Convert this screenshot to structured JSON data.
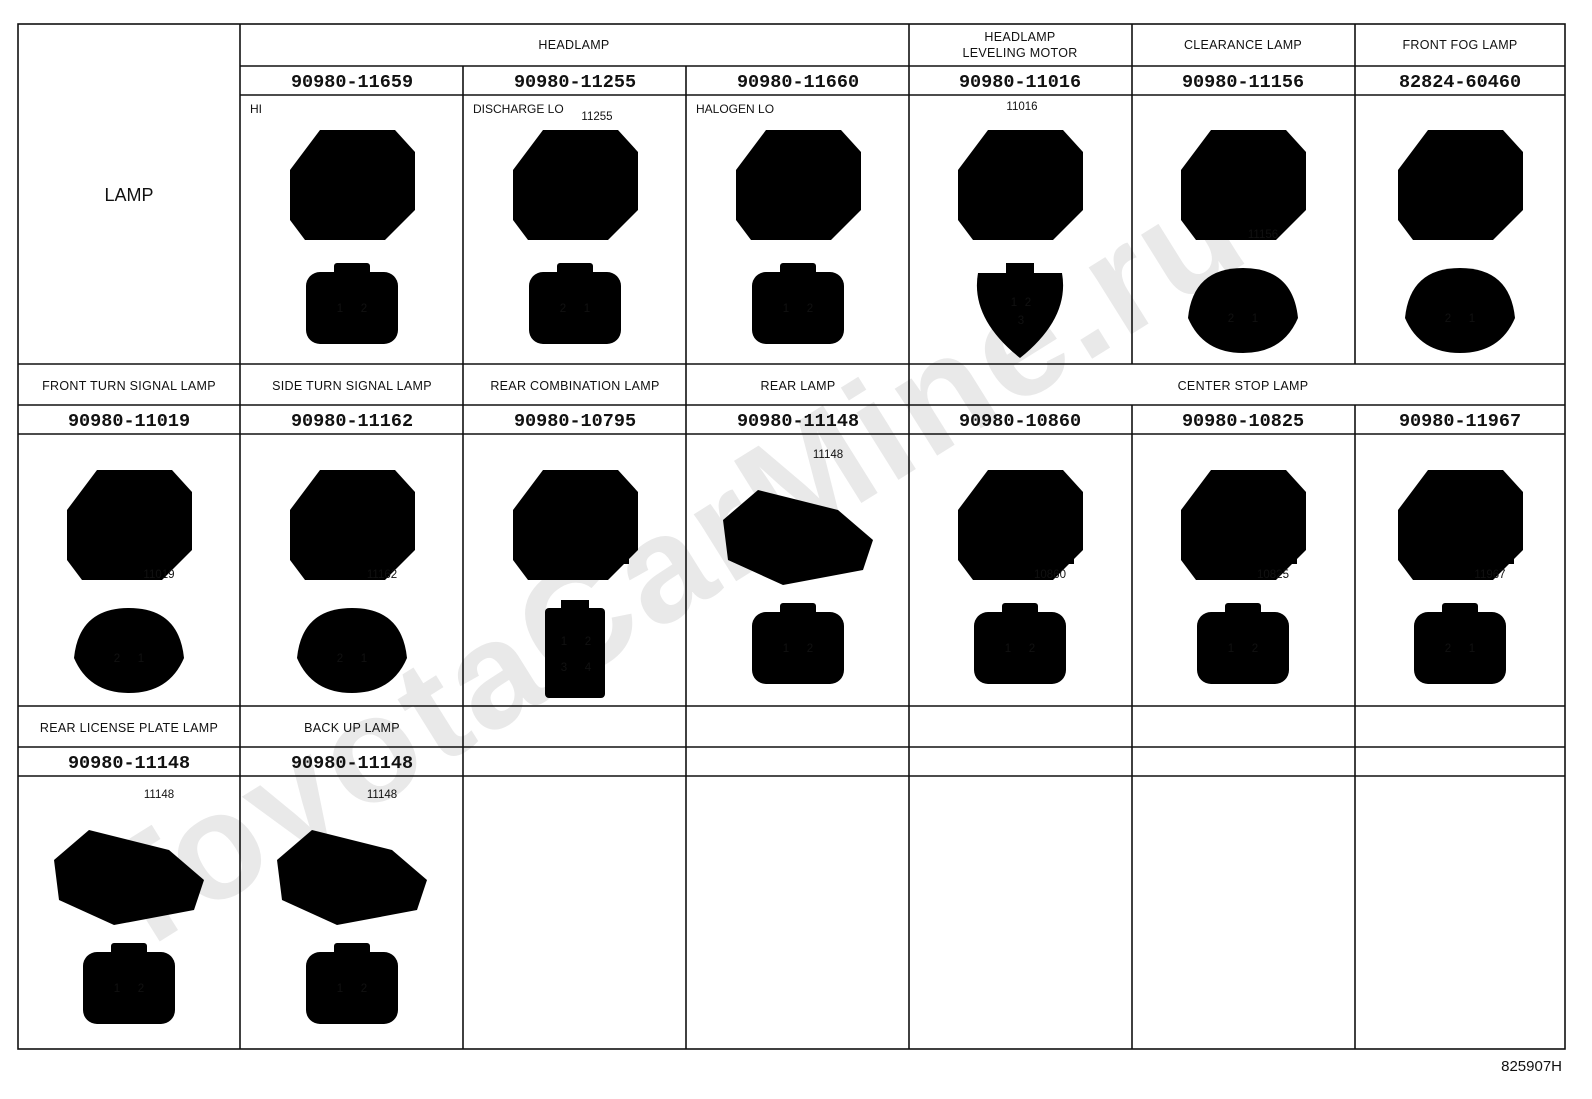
{
  "watermark": "ToyotaCarMine.ru",
  "drawing_code": "825907H",
  "lamp_label": "LAMP",
  "cells": [
    {
      "lamp": "HEADLAMP",
      "pn": "90980-11659",
      "tag": "HI",
      "callout": "",
      "pins": [
        "1",
        "2"
      ]
    },
    {
      "lamp": "",
      "pn": "90980-11255",
      "tag": "DISCHARGE LO",
      "callout": "11255",
      "pins": [
        "2",
        "1"
      ]
    },
    {
      "lamp": "",
      "pn": "90980-11660",
      "tag": "HALOGEN LO",
      "callout": "",
      "pins": [
        "1",
        "2"
      ]
    },
    {
      "lamp": "HEADLAMP LEVELING MOTOR",
      "pn": "90980-11016",
      "tag": "",
      "callout": "11016",
      "pins": [
        "1",
        "2",
        "3"
      ]
    },
    {
      "lamp": "CLEARANCE LAMP",
      "pn": "90980-11156",
      "tag": "",
      "callout": "11156",
      "pins": [
        "2",
        "1"
      ]
    },
    {
      "lamp": "FRONT FOG LAMP",
      "pn": "82824-60460",
      "tag": "",
      "callout": "",
      "pins": [
        "2",
        "1"
      ]
    },
    {
      "lamp": "FRONT TURN SIGNAL LAMP",
      "pn": "90980-11019",
      "tag": "",
      "callout": "11019",
      "pins": [
        "2",
        "1"
      ]
    },
    {
      "lamp": "SIDE TURN SIGNAL LAMP",
      "pn": "90980-11162",
      "tag": "",
      "callout": "11162",
      "pins": [
        "2",
        "1"
      ]
    },
    {
      "lamp": "REAR COMBINATION LAMP",
      "pn": "90980-10795",
      "tag": "",
      "callout": "",
      "pins": [
        "1",
        "2",
        "3",
        "4"
      ]
    },
    {
      "lamp": "REAR LAMP",
      "pn": "90980-11148",
      "tag": "",
      "callout": "11148",
      "pins": [
        "1",
        "2"
      ]
    },
    {
      "lamp": "CENTER STOP LAMP",
      "pn": "90980-10860",
      "tag": "",
      "callout": "10860",
      "pins": [
        "1",
        "2"
      ]
    },
    {
      "lamp": "",
      "pn": "90980-10825",
      "tag": "",
      "callout": "10825",
      "pins": [
        "1",
        "2"
      ]
    },
    {
      "lamp": "",
      "pn": "90980-11967",
      "tag": "",
      "callout": "11967",
      "pins": [
        "2",
        "1"
      ]
    },
    {
      "lamp": "REAR LICENSE PLATE LAMP",
      "pn": "90980-11148",
      "tag": "",
      "callout": "11148",
      "pins": [
        "1",
        "2"
      ]
    },
    {
      "lamp": "BACK UP LAMP",
      "pn": "90980-11148",
      "tag": "",
      "callout": "11148",
      "pins": [
        "1",
        "2"
      ]
    }
  ]
}
